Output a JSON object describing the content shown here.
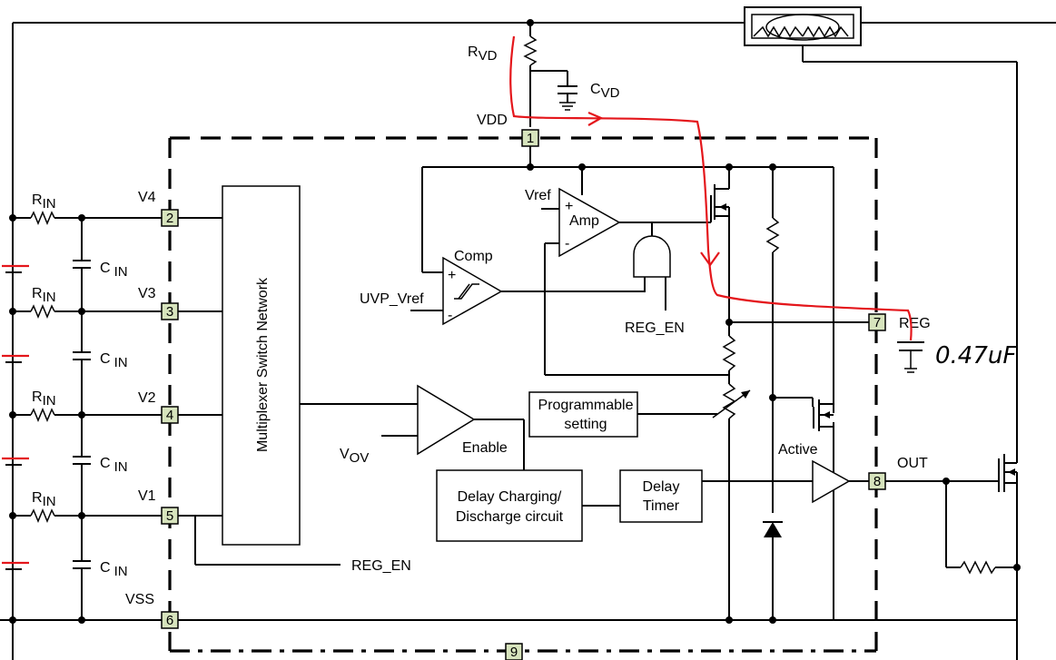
{
  "labels": {
    "rvd": "R",
    "rvd_sub": "VD",
    "cvd": "C",
    "cvd_sub": "VD",
    "vdd": "VDD",
    "rin": "R",
    "rin_sub": "IN",
    "cin": "C",
    "cin_sub": "IN",
    "v4": "V4",
    "v3": "V3",
    "v2": "V2",
    "v1": "V1",
    "vss": "VSS",
    "mux": "Multiplexer Switch Network",
    "vref": "Vref",
    "amp": "Amp",
    "comp": "Comp",
    "uvp_vref": "UVP_Vref",
    "reg_en_top": "REG_EN",
    "reg_en_bottom": "REG_EN",
    "reg": "REG",
    "prog_line1": "Programmable",
    "prog_line2": "setting",
    "vov": "V",
    "vov_sub": "OV",
    "enable": "Enable",
    "delay_cd_line1": "Delay Charging/",
    "delay_cd_line2": "Discharge circuit",
    "delay_timer_line1": "Delay",
    "delay_timer_line2": "Timer",
    "active": "Active",
    "out": "OUT",
    "plus": "+",
    "minus": "-"
  },
  "pins": {
    "p1": "1",
    "p2": "2",
    "p3": "3",
    "p4": "4",
    "p5": "5",
    "p6": "6",
    "p7": "7",
    "p8": "8",
    "p9": "9"
  },
  "annotation": {
    "cap_value": "0.47uF"
  },
  "colors": {
    "annotation": "#e4161b",
    "pin_fill": "#d7e4bd"
  }
}
